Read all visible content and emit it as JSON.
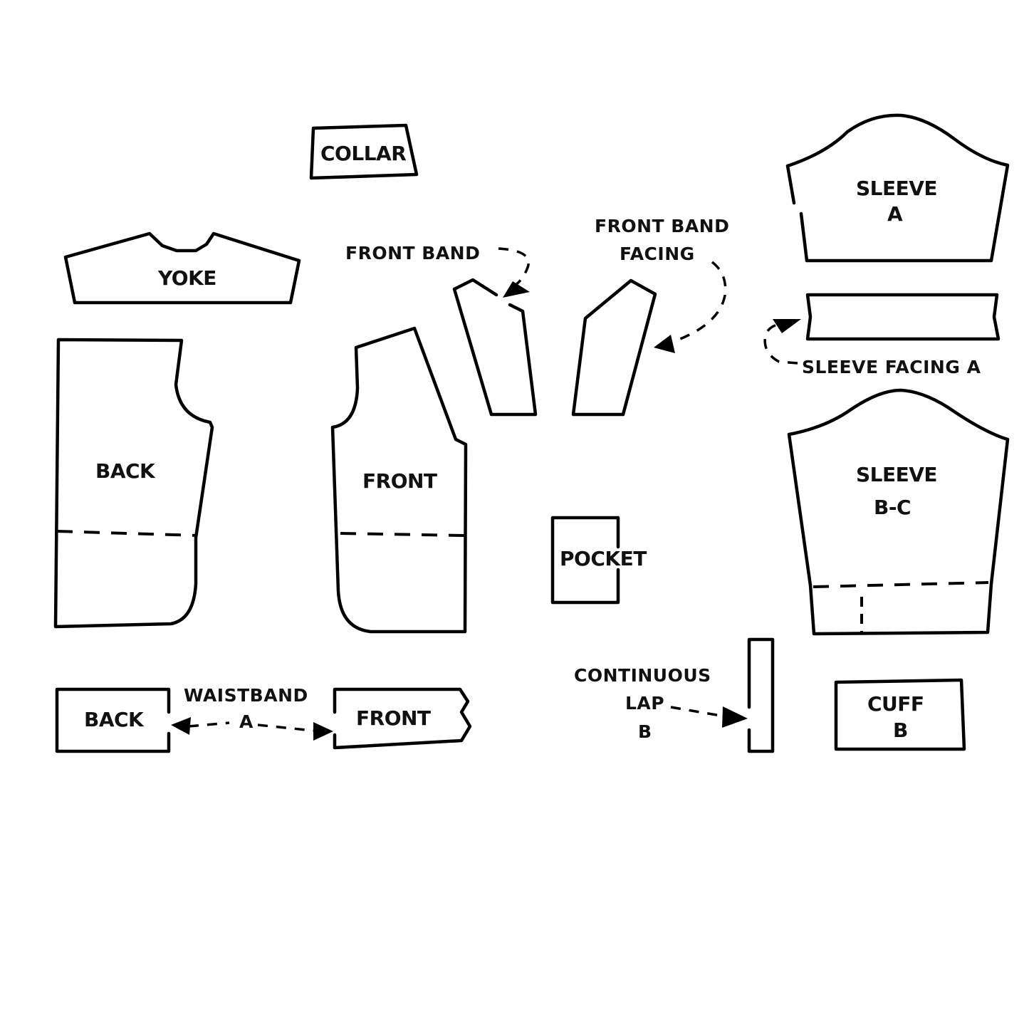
{
  "diagram": {
    "type": "sewing-pattern-piece-layout",
    "background": "#ffffff",
    "line_color": "#000000",
    "pieces": {
      "collar": {
        "label": "COLLAR"
      },
      "yoke": {
        "label": "YOKE"
      },
      "back": {
        "label": "BACK"
      },
      "front": {
        "label": "FRONT"
      },
      "front_band": {
        "label": "FRONT BAND"
      },
      "front_band_facing": {
        "label_line1": "FRONT BAND",
        "label_line2": "FACING"
      },
      "sleeve_a": {
        "label_line1": "SLEEVE",
        "label_line2": "A"
      },
      "sleeve_facing_a": {
        "label": "SLEEVE FACING A"
      },
      "sleeve_bc": {
        "label_line1": "SLEEVE",
        "label_line2": "B-C"
      },
      "pocket": {
        "label": "POCKET"
      },
      "waistband_back": {
        "label": "BACK"
      },
      "waistband_front": {
        "label": "FRONT"
      },
      "waistband": {
        "label_line1": "WAISTBAND",
        "label_line2": "A"
      },
      "continuous_lap": {
        "label_line1": "CONTINUOUS",
        "label_line2": "LAP",
        "label_line3": "B"
      },
      "cuff": {
        "label_line1": "CUFF",
        "label_line2": "B"
      }
    }
  }
}
